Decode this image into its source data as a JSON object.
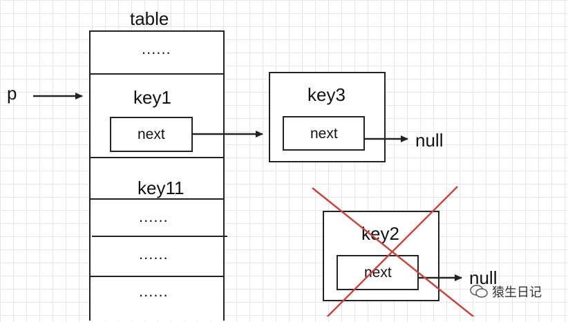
{
  "table_title": "table",
  "pointer_label": "p",
  "table_cells": [
    "......",
    "key1",
    "key11",
    "......",
    "......",
    "......"
  ],
  "nodes": {
    "key1_next": "next",
    "key3": {
      "key": "key3",
      "next": "next",
      "after": "null"
    },
    "key2": {
      "key": "key2",
      "next": "next",
      "after": "null"
    }
  },
  "watermark": "猿生日记",
  "colors": {
    "line": "#222222",
    "cross": "#c9433f",
    "grid": "#e6e6ee"
  }
}
